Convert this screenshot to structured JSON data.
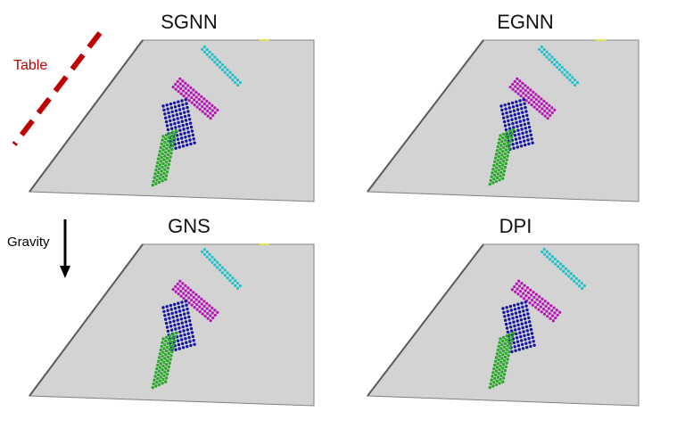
{
  "panels": [
    {
      "title": "SGNN"
    },
    {
      "title": "EGNN"
    },
    {
      "title": "GNS"
    },
    {
      "title": "DPI"
    }
  ],
  "annotations": {
    "table_label": "Table",
    "gravity_label": "Gravity"
  },
  "colors": {
    "table_surface": "#d3d3d3",
    "table_edge": "#808080",
    "table_marker": "#c00000",
    "gravity_arrow": "#000000",
    "object_cyan": "#1fc0c8",
    "object_magenta": "#b415b4",
    "object_blue": "#1414a0",
    "object_green": "#2aa82a",
    "object_yellow": "#e8e84a"
  }
}
